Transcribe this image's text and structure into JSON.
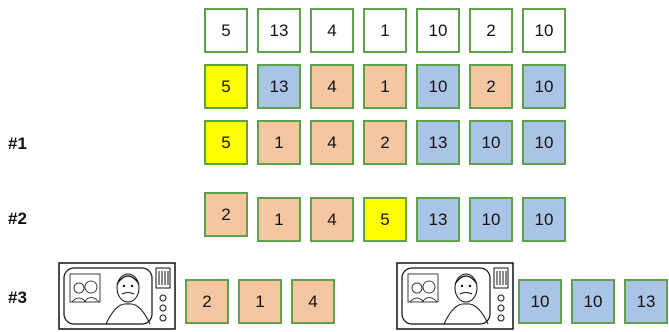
{
  "rows": [
    {
      "label": "",
      "cells": [
        {
          "value": "5",
          "color": "white"
        },
        {
          "value": "13",
          "color": "white"
        },
        {
          "value": "4",
          "color": "white"
        },
        {
          "value": "1",
          "color": "white"
        },
        {
          "value": "10",
          "color": "white"
        },
        {
          "value": "2",
          "color": "white"
        },
        {
          "value": "10",
          "color": "white"
        }
      ]
    },
    {
      "label": "",
      "cells": [
        {
          "value": "5",
          "color": "yellow"
        },
        {
          "value": "13",
          "color": "blue"
        },
        {
          "value": "4",
          "color": "orange"
        },
        {
          "value": "1",
          "color": "orange"
        },
        {
          "value": "10",
          "color": "blue"
        },
        {
          "value": "2",
          "color": "orange"
        },
        {
          "value": "10",
          "color": "blue"
        }
      ]
    },
    {
      "label": "#1",
      "cells": [
        {
          "value": "5",
          "color": "yellow"
        },
        {
          "value": "1",
          "color": "orange"
        },
        {
          "value": "4",
          "color": "orange"
        },
        {
          "value": "2",
          "color": "orange"
        },
        {
          "value": "13",
          "color": "blue"
        },
        {
          "value": "10",
          "color": "blue"
        },
        {
          "value": "10",
          "color": "blue"
        }
      ]
    },
    {
      "label": "#2",
      "cells": [
        {
          "value": "2",
          "color": "orange"
        },
        {
          "value": "1",
          "color": "orange"
        },
        {
          "value": "4",
          "color": "orange"
        },
        {
          "value": "5",
          "color": "yellow"
        },
        {
          "value": "13",
          "color": "blue"
        },
        {
          "value": "10",
          "color": "blue"
        },
        {
          "value": "10",
          "color": "blue"
        }
      ]
    },
    {
      "label": "#3",
      "left_cells": [
        {
          "value": "2",
          "color": "orange"
        },
        {
          "value": "1",
          "color": "orange"
        },
        {
          "value": "4",
          "color": "orange"
        }
      ],
      "right_cells": [
        {
          "value": "10",
          "color": "blue"
        },
        {
          "value": "10",
          "color": "blue"
        },
        {
          "value": "13",
          "color": "blue"
        }
      ],
      "tv_icon": "television-with-people-icon"
    }
  ],
  "colors": {
    "white": "#ffffff",
    "yellow": "#ffff00",
    "orange": "#f6c6a0",
    "blue": "#a9c4e6",
    "border": "#5ea14b"
  }
}
